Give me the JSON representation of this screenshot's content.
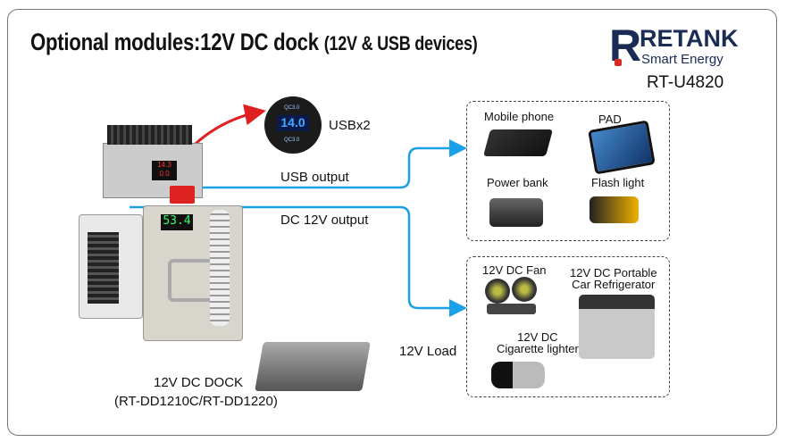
{
  "title": {
    "main": "Optional modules:12V DC dock",
    "sub": "(12V & USB devices)"
  },
  "logo": {
    "brand": "RETANK",
    "tagline": "Smart Energy",
    "model": "RT-U4820",
    "brand_color": "#1a2b55",
    "accent_color": "#d62a2a"
  },
  "usb_module": {
    "label": "USBx2",
    "display": "14.0",
    "top_port": "QC3.0",
    "bottom_port": "QC3.0"
  },
  "battery_display": {
    "value": "53.4",
    "meter_top": "14.3",
    "meter_bottom": "0.0"
  },
  "connections": {
    "usb_output": "USB output",
    "dc_output": "DC 12V output",
    "load": "12V Load",
    "line_color": "#1aa0e6",
    "arrow_color": "#e02020"
  },
  "usb_devices": [
    "Mobile phone",
    "PAD",
    "Power bank",
    "Flash light"
  ],
  "load_devices": {
    "fan": "12V DC Fan",
    "fridge_line1": "12V DC Portable",
    "fridge_line2": "Car Refrigerator",
    "lighter_line1": "12V DC",
    "lighter_line2": "Cigarette lighter"
  },
  "dock": {
    "name": "12V DC DOCK",
    "models": "(RT-DD1210C/RT-DD1220)"
  }
}
